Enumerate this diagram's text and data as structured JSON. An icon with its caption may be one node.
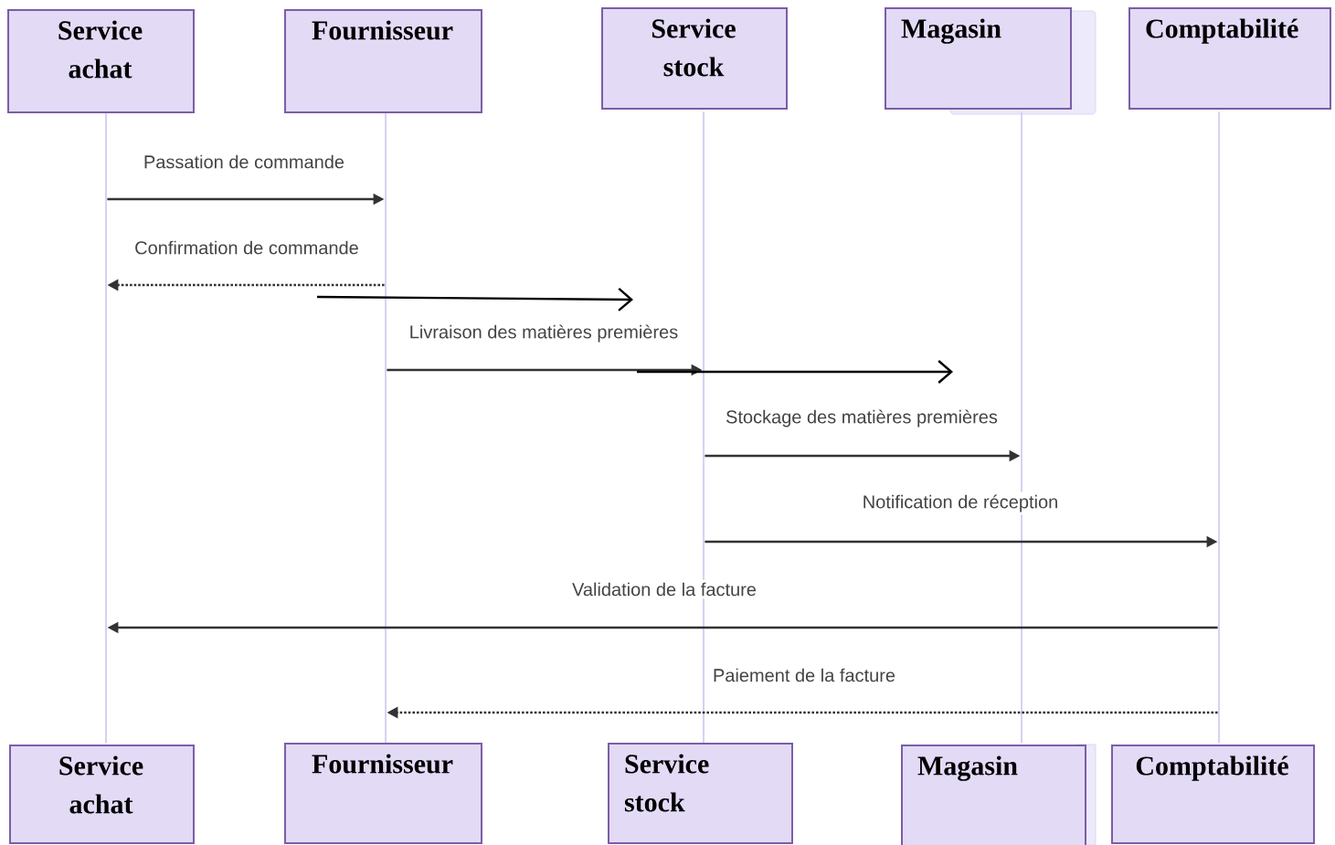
{
  "diagram": {
    "nodes": [
      {
        "text": [
          "Service achat"
        ]
      },
      {
        "text": [
          "Fournisseur"
        ]
      },
      {
        "text": [
          "Service stock"
        ]
      },
      {
        "text": [
          "Magasin"
        ]
      },
      {
        "text": [
          "Comptabilité"
        ]
      },
      {
        "text": [
          "Service achat"
        ]
      },
      {
        "text": [
          "Fournisseur"
        ]
      },
      {
        "text": [
          "Service stock"
        ]
      },
      {
        "text": [
          "Magasin"
        ]
      },
      {
        "text": [
          "Comptabilité"
        ]
      },
      {
        "text": [],
        "shape": "bar"
      },
      {
        "text": [],
        "shape": "bar"
      },
      {
        "text": [],
        "shape": "bar"
      },
      {
        "text": [],
        "shape": "bar"
      },
      {
        "text": [],
        "shape": "bar"
      }
    ],
    "edges": [
      {
        "from": 10,
        "to": 11,
        "arrow": "to",
        "label": "Passation de commande"
      },
      {
        "from": 11,
        "to": 10,
        "arrow": "to",
        "label": "Confirmation de commande",
        "style": "dashed"
      },
      {
        "from": 11,
        "to": 12,
        "arrow": "to",
        "label": "Livraison des matières premières"
      },
      {
        "from": 12,
        "to": 13,
        "arrow": "to",
        "label": "Stockage des matières premières"
      },
      {
        "from": 12,
        "to": 14,
        "arrow": "to",
        "label": "Notification de réception"
      },
      {
        "from": 14,
        "to": 10,
        "arrow": "to",
        "label": "Validation de la facture"
      },
      {
        "from": 14,
        "to": 11,
        "arrow": "to",
        "label": "Paiement de la facture",
        "style": "dashed"
      }
    ]
  }
}
